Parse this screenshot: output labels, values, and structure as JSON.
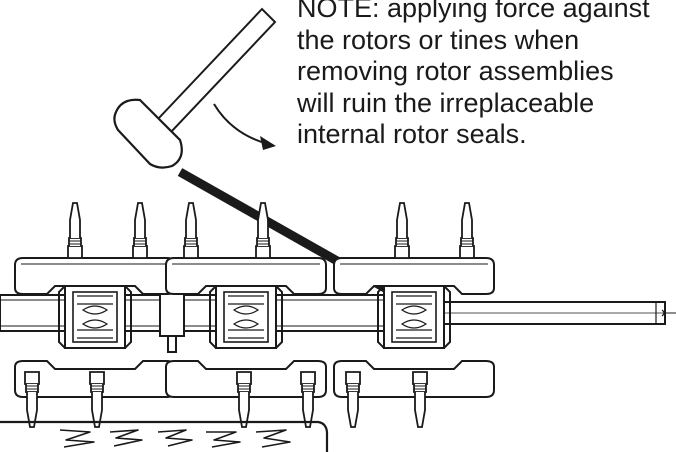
{
  "note": {
    "lines": [
      "NOTE: applying force against",
      "the rotors or tines when",
      "removing rotor assemblies",
      "will ruin the irreplaceable",
      "internal rotor seals."
    ]
  },
  "colors": {
    "ink": "#1a1a1a",
    "background": "#ffffff"
  },
  "icons": [
    "hammer-icon",
    "pry-bar-icon",
    "rotation-arrow-icon",
    "rotor-assembly-icon",
    "tine-icon",
    "ground-icon"
  ]
}
